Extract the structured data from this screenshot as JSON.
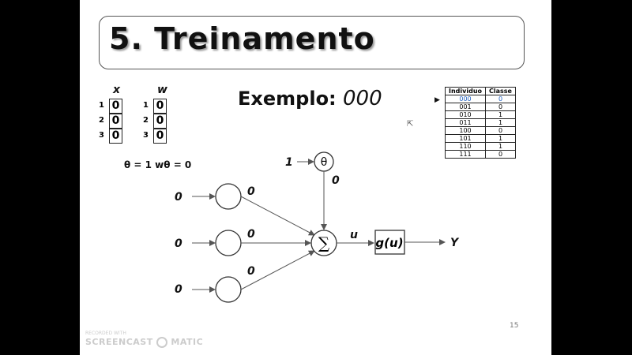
{
  "title": "5. Treinamento",
  "example": {
    "label": "Exemplo:",
    "value": "000"
  },
  "vectors": {
    "x": {
      "header": "x",
      "rows": [
        {
          "index": "1",
          "value": "0"
        },
        {
          "index": "2",
          "value": "0"
        },
        {
          "index": "3",
          "value": "0"
        }
      ]
    },
    "w": {
      "header": "w",
      "rows": [
        {
          "index": "1",
          "value": "0"
        },
        {
          "index": "2",
          "value": "0"
        },
        {
          "index": "3",
          "value": "0"
        }
      ]
    }
  },
  "theta_line": "θ = 1   wθ = 0",
  "table": {
    "headers": [
      "Individuo",
      "Classe"
    ],
    "rows": [
      [
        "000",
        "0"
      ],
      [
        "001",
        "0"
      ],
      [
        "010",
        "1"
      ],
      [
        "011",
        "1"
      ],
      [
        "100",
        "0"
      ],
      [
        "101",
        "1"
      ],
      [
        "110",
        "1"
      ],
      [
        "111",
        "0"
      ]
    ],
    "selected_row": 0,
    "selected_color": "#2060c0"
  },
  "diagram": {
    "inputs": [
      "0",
      "0",
      "0"
    ],
    "weights": [
      "0",
      "0",
      "0"
    ],
    "bias_input": "1",
    "bias_symbol": "θ",
    "bias_weight": "0",
    "sum_symbol": "∑",
    "u_label": "u",
    "activation": "g(u)",
    "output": "Y"
  },
  "page_number": "15",
  "watermark": {
    "top": "RECORDED WITH",
    "brand_left": "SCREENCAST",
    "brand_right": "MATIC"
  }
}
